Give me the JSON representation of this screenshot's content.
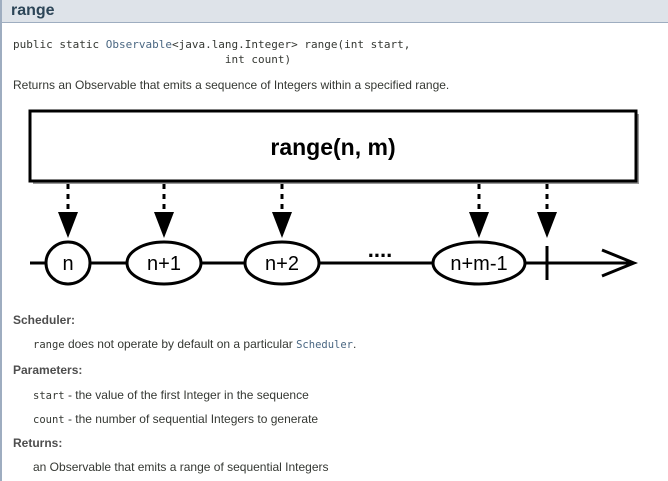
{
  "title": "range",
  "signature": {
    "line1_prefix": "public static ",
    "return_type": "Observable",
    "line1_rest": "<java.lang.Integer> range(int start,",
    "line2": "                                int count)"
  },
  "description": "Returns an Observable that emits a sequence of Integers within a specified range.",
  "diagram": {
    "operator_label": "range(n, m)",
    "items": [
      "n",
      "n+1",
      "n+2",
      "n+m-1"
    ],
    "ellipsis": "...."
  },
  "scheduler": {
    "heading": "Scheduler:",
    "code": "range",
    "text": " does not operate by default on a particular ",
    "link": "Scheduler",
    "end": "."
  },
  "parameters": {
    "heading": "Parameters:",
    "items": [
      {
        "name": "start",
        "text": " - the value of the first Integer in the sequence"
      },
      {
        "name": "count",
        "text": " - the number of sequential Integers to generate"
      }
    ]
  },
  "returns": {
    "heading": "Returns:",
    "text": "an Observable that emits a range of sequential Integers"
  }
}
